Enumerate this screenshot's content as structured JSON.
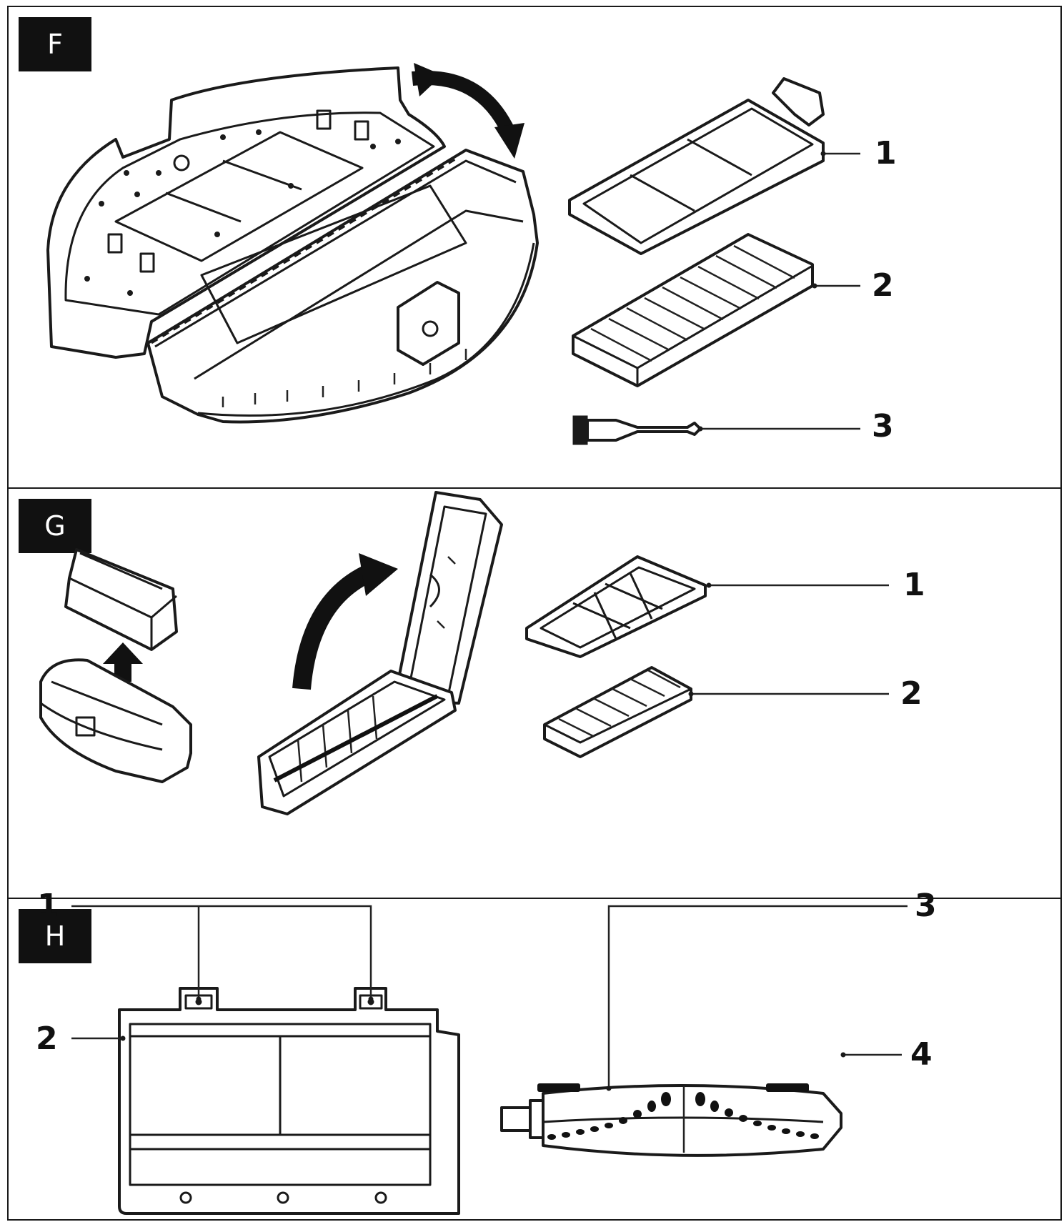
{
  "panels": [
    {
      "tag": "F",
      "callouts": [
        "1",
        "2",
        "3"
      ]
    },
    {
      "tag": "G",
      "callouts": [
        "1",
        "2"
      ]
    },
    {
      "tag": "H",
      "callouts": [
        "1",
        "2",
        "3",
        "4"
      ]
    }
  ]
}
